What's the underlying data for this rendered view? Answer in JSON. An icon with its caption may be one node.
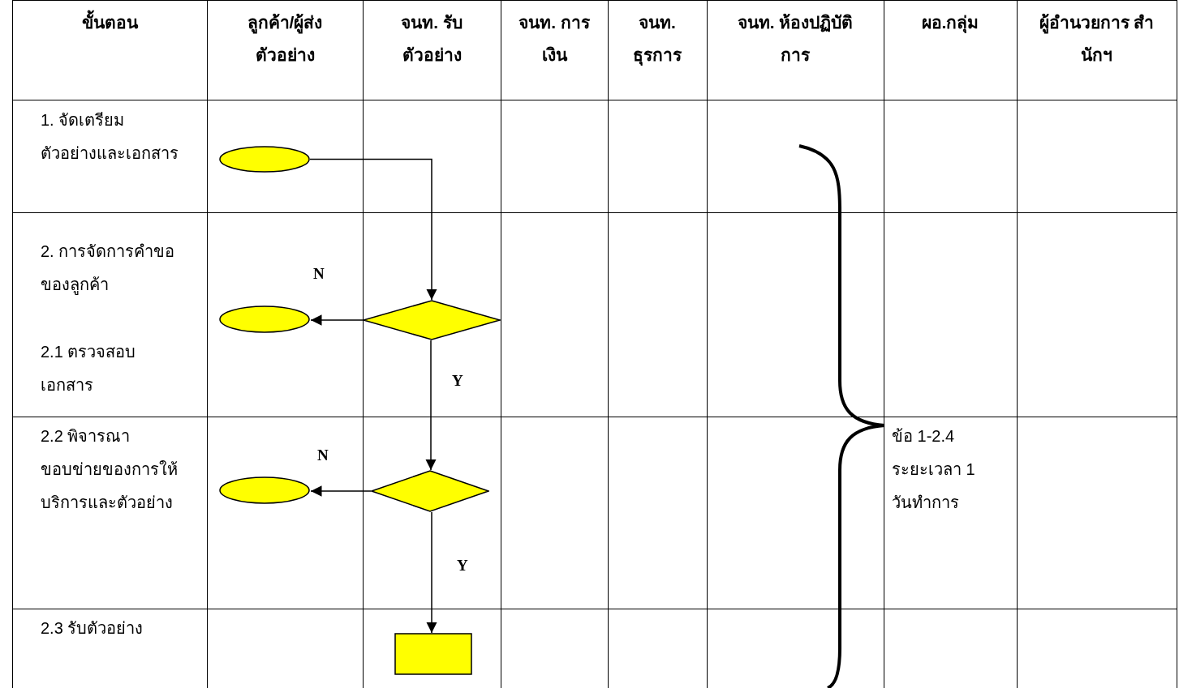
{
  "diagram": {
    "nodes": [
      {
        "text": [],
        "shape": "ellipse"
      },
      {
        "text": [],
        "shape": "diamond"
      },
      {
        "text": [],
        "shape": "ellipse"
      },
      {
        "text": [],
        "shape": "diamond"
      },
      {
        "text": [],
        "shape": "ellipse"
      },
      {
        "text": [],
        "shape": "box"
      }
    ],
    "edges": [
      {
        "from": 0,
        "to": 1,
        "arrow": "to"
      },
      {
        "from": 1,
        "to": 2,
        "arrow": "to",
        "label": "N"
      },
      {
        "from": 1,
        "to": 3,
        "arrow": "to",
        "label": "Y"
      },
      {
        "from": 3,
        "to": 4,
        "arrow": "to",
        "label": "N"
      },
      {
        "from": 3,
        "to": 5,
        "arrow": "to",
        "label": "Y"
      }
    ],
    "labels": [
      "ขั้นตอน",
      "ลูกค้า/ผู้ส่ง ตัวอย่าง",
      "จนท. รับตัวอย่าง",
      "จนท. การเงิน",
      "จนท. ธุรการ",
      "จนท. ห้องปฏิบัติการ",
      "ผอ.กลุ่ม",
      "ผู้อำนวยการ สำนักฯ",
      "1. จัดเตรียมตัวอย่างและเอกสาร",
      "2. การจัดการคำขอของลูกค้า",
      "2.1 ตรวจสอบเอกสาร",
      "2.2 พิจารณาขอบข่ายของการให้บริการและตัวอย่าง",
      "2.3 รับตัวอย่าง",
      "ข้อ 1-2.4 ระยะเวลา 1 วันทำการ"
    ]
  }
}
